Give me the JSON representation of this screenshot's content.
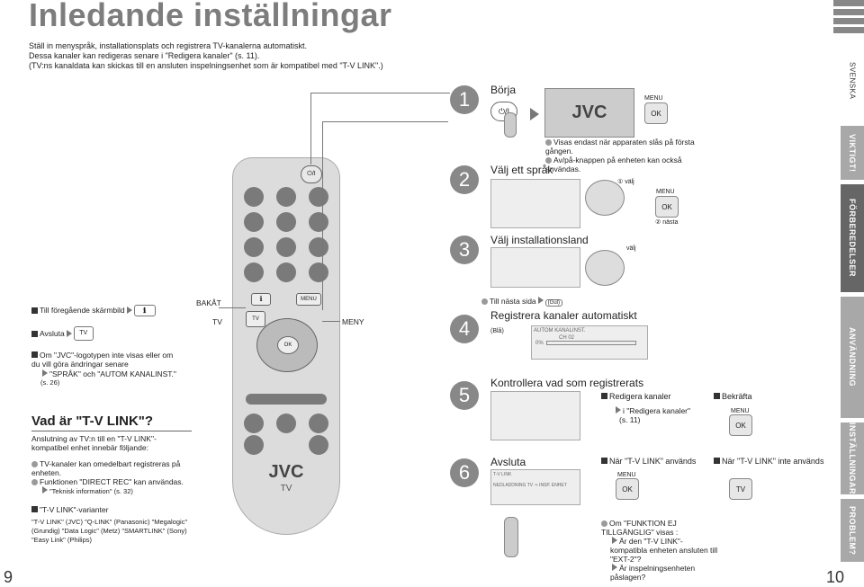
{
  "page": {
    "title": "Inledande inställningar",
    "left_num": "9",
    "right_num": "10"
  },
  "intro": [
    "Ställ in menyspråk, installationsplats och registrera TV-kanalerna automatiskt.",
    "Dessa kanaler kan redigeras senare i \"Redigera kanaler\" (s. 11).",
    "(TV:ns kanaldata kan skickas till en ansluten inspelningsenhet som är kompatibel med \"T-V LINK\".)"
  ],
  "side_tabs": [
    "SVENSKA",
    "VIKTIGT!",
    "FÖRBEREDELSER",
    "ANVÄNDNING",
    "INSTÄLLNINGAR",
    "PROBLEM?"
  ],
  "left": {
    "prev": "Till föregående skärmbild",
    "exit": "Avsluta",
    "tv": "TV",
    "jvc_note": "Om \"JVC\"-logotypen inte visas eller om du vill göra ändringar senare",
    "jvc_ref": "\"SPRÅK\" och \"AUTOM KANALINST.\"",
    "jvc_page": "(s. 26)",
    "h": "Vad är \"T-V LINK\"?",
    "desc": "Anslutning av TV:n till en \"T-V LINK\"-kompatibel enhet innebär följande:",
    "b1": "TV-kanaler kan omedelbart registreras på enheten.",
    "b2": "Funktionen \"DIRECT REC\" kan användas.",
    "b2ref": "\"Teknisk information\" (s. 32)",
    "var_h": "\"T-V LINK\"-varianter",
    "var_t": "\"T-V LINK\" (JVC) \"Q-LINK\" (Panasonic) \"Megalogic\" (Grundig) \"Data Logic\" (Metz) \"SMARTLINK\" (Sony) \"Easy Link\" (Philips)"
  },
  "remote": {
    "bakat": "BAKÅT",
    "tv": "TV",
    "meny": "MENY",
    "menu": "MENU",
    "ok": "OK",
    "logo": "JVC",
    "label": "TV"
  },
  "steps": {
    "s1": "Börja",
    "s1_n1": "Visas endast när apparaten slås på första gången.",
    "s1_n2": "Av/på-knappen på enheten kan också användas.",
    "s2": "Välj ett språk",
    "s3": "Välj installationsland",
    "s4": "Registrera kanaler automatiskt",
    "s4_blue": "(Blå)",
    "s4_next": "Till nästa sida",
    "s4_btn": "(Gul)",
    "s4_scr": "AUTOM KANALINST.",
    "s4_ch": "CH  02",
    "s4_pct": "0%",
    "s5": "Kontrollera vad som registrerats",
    "s6": "Avsluta",
    "s6_scr1": "T-V LINK",
    "s6_scr2": "NEDLADDNING TV  ⇒  INSP. ENHET",
    "valj": "välj",
    "nasta": "nästa",
    "c1": "1",
    "c2": "2"
  },
  "right": {
    "edit": "Redigera kanaler",
    "edit_ref": "i \"Redigera kanaler\"",
    "edit_p": "(s. 11)",
    "confirm": "Bekräfta",
    "tvlink_used": "När \"T-V LINK\" används",
    "tvlink_not": "När \"T-V LINK\" inte används",
    "func": "Om \"FUNKTION EJ TILLGÄNGLIG\" visas :",
    "q1": "Är den \"T-V LINK\"-kompatibla enheten ansluten till \"EXT-2\"?",
    "q2": "Är inspelningsenheten påslagen?"
  }
}
